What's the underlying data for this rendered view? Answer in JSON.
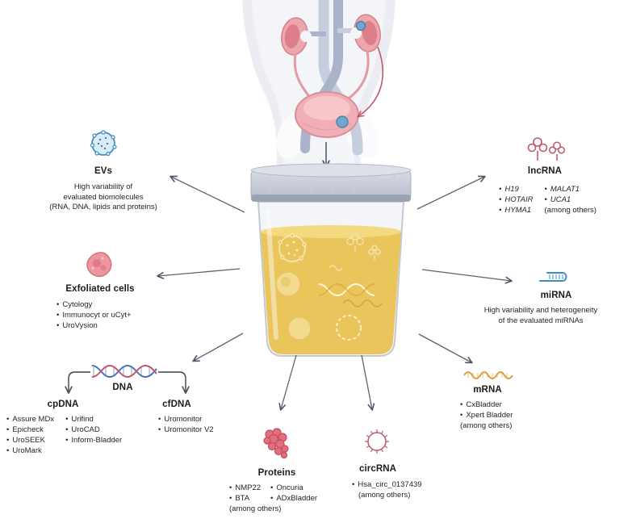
{
  "colors": {
    "accent_pink": "#c2566b",
    "accent_blue": "#3e8fc0",
    "accent_gold": "#d8a23b",
    "urine_yellow": "#eac55c",
    "arrow_grey": "#5b6372"
  },
  "icons": {
    "evs": "extracellular-vesicle-icon",
    "lncrna": "rna-stem-loop-icon",
    "exfoliated_cells": "exfoliated-cell-icon",
    "mirna": "mirna-hairpin-icon",
    "dna": "dna-helix-icon",
    "mrna": "mrna-strand-icon",
    "proteins": "protein-cluster-icon",
    "circrna": "circular-rna-icon",
    "center": "urine-specimen-cup-with-urinary-tract"
  },
  "nodes": {
    "evs": {
      "title": "EVs",
      "lines": [
        "High variability of",
        "evaluated biomolecules",
        "(RNA, DNA, lipids and proteins)"
      ]
    },
    "lncrna": {
      "title": "lncRNA",
      "col1": [
        "H19",
        "HOTAIR",
        "HYMA1"
      ],
      "col2": [
        "MALAT1",
        "UCA1"
      ],
      "note": "(among others)"
    },
    "exfoliated_cells": {
      "title": "Exfoliated cells",
      "items": [
        "Cytology",
        "Immunocyt or uCyt+",
        "UroVysion"
      ]
    },
    "mirna": {
      "title": "miRNA",
      "lines": [
        "High variability and heterogeneity",
        "of the evaluated miRNAs"
      ]
    },
    "dna": {
      "title": "DNA",
      "cpdna": {
        "title": "cpDNA",
        "col1": [
          "Assure MDx",
          "Epicheck",
          "UroSEEK",
          "UroMark"
        ],
        "col2": [
          "Urifind",
          "UroCAD",
          "Inform-Bladder"
        ]
      },
      "cfdna": {
        "title": "cfDNA",
        "items": [
          "Uromonitor",
          "Uromonitor V2"
        ]
      }
    },
    "mrna": {
      "title": "mRNA",
      "items": [
        "CxBladder",
        "Xpert Bladder"
      ],
      "note": "(among others)"
    },
    "proteins": {
      "title": "Proteins",
      "col1": [
        "NMP22",
        "BTA"
      ],
      "col2": [
        "Oncuria",
        "ADxBladder"
      ],
      "note": "(among others)"
    },
    "circrna": {
      "title": "circRNA",
      "items": [
        "Hsa_circ_0137439"
      ],
      "note": "(among others)"
    }
  }
}
